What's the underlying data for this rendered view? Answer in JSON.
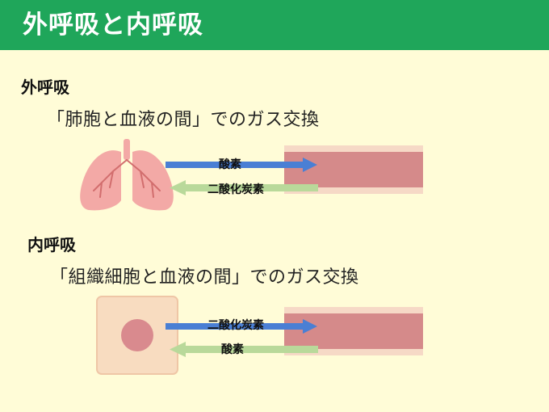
{
  "header": {
    "title": "外呼吸と内呼吸"
  },
  "external": {
    "heading": "外呼吸",
    "description": "「肺胞と血液の間」でのガス交換",
    "arrow_right_label": "酸素",
    "arrow_left_label": "二酸化炭素"
  },
  "internal": {
    "heading": "内呼吸",
    "description": "「組織細胞と血液の間」でのガス交換",
    "arrow_right_label": "二酸化炭素",
    "arrow_left_label": "酸素"
  },
  "colors": {
    "header": "#1fa65a",
    "background": "#fffcd7",
    "arrow_blue": "#4a7fd4",
    "arrow_green": "#b9d99a",
    "vessel_inner": "#d58a8a",
    "vessel_outer": "#f6d9c6",
    "lung": "#f3a9a6",
    "cell": "#f8dcc0",
    "nucleus": "#d98a8e"
  }
}
